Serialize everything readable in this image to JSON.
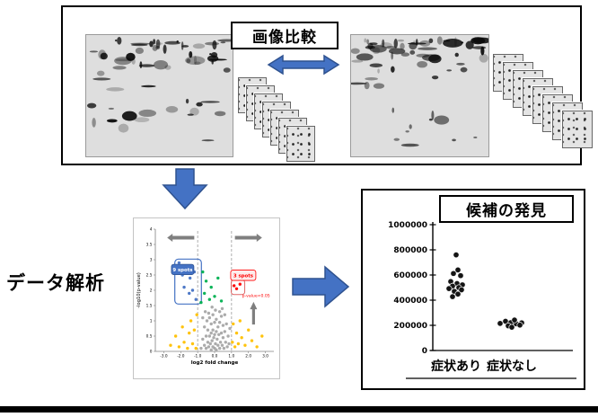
{
  "slide": {
    "background": "#ffffff"
  },
  "colors": {
    "flow_arrow": "#4472C4",
    "flow_arrow_stroke": "#2F528F"
  },
  "top_panel": {
    "compare_label": "画像比較",
    "left_stack_count": 7,
    "right_stack_count": 8
  },
  "left_flow": {
    "analysis_label": "データ解析"
  },
  "right_panel": {
    "title": "候補の発見"
  },
  "chart_data": [
    {
      "id": "volcano",
      "type": "scatter",
      "title": "",
      "xlabel": "log2 fold change",
      "ylabel": "-log10(p-value)",
      "xlim": [
        -3.5,
        3.5
      ],
      "ylim": [
        0,
        4
      ],
      "grid": false,
      "threshold_x": [
        -1,
        1
      ],
      "xticks": {
        "values": [
          -3,
          -2,
          -1,
          0,
          1,
          2,
          3
        ],
        "labels": [
          "-3.0",
          "-2.0",
          "-1.0",
          "0.0",
          "1.0",
          "2.0",
          "3.0"
        ]
      },
      "yticks": {
        "values": [
          0,
          0.5,
          1,
          1.5,
          2,
          2.5,
          3,
          3.5,
          4
        ],
        "labels": [
          "0",
          "0.5",
          "1",
          "1.5",
          "2",
          "2.5",
          "3",
          "3.5",
          "4"
        ]
      },
      "annotations": [
        {
          "key": "nine-spots",
          "text": "9 spots",
          "color": "#ffffff",
          "box_fill": "#4472C4",
          "box_stroke": "#2F528F"
        },
        {
          "key": "three-spots",
          "text": "3 spots",
          "color": "#FF0000",
          "box_fill": "#FDECEC",
          "box_stroke": "#FF0000"
        },
        {
          "key": "p-threshold",
          "text": "p-value<0.05",
          "color": "#FF0000"
        }
      ],
      "series": [
        {
          "key": "nonsignificant",
          "color": "#A6A6A6",
          "points": [
            [
              -0.8,
              0.1
            ],
            [
              -0.7,
              0.4
            ],
            [
              -0.6,
              0.2
            ],
            [
              -0.6,
              0.8
            ],
            [
              -0.5,
              0.1
            ],
            [
              -0.5,
              0.5
            ],
            [
              -0.45,
              1.0
            ],
            [
              -0.4,
              0.3
            ],
            [
              -0.4,
              0.7
            ],
            [
              -0.35,
              0.15
            ],
            [
              -0.3,
              0.5
            ],
            [
              -0.3,
              1.1
            ],
            [
              -0.25,
              0.25
            ],
            [
              -0.2,
              0.05
            ],
            [
              -0.2,
              0.6
            ],
            [
              -0.2,
              0.9
            ],
            [
              -0.15,
              0.35
            ],
            [
              -0.1,
              0.15
            ],
            [
              -0.1,
              0.7
            ],
            [
              -0.1,
              1.2
            ],
            [
              -0.05,
              0.45
            ],
            [
              0,
              0.1
            ],
            [
              0,
              0.55
            ],
            [
              0,
              0.95
            ],
            [
              0.05,
              0.25
            ],
            [
              0.1,
              0.05
            ],
            [
              0.1,
              0.65
            ],
            [
              0.1,
              1.05
            ],
            [
              0.15,
              0.4
            ],
            [
              0.2,
              0.2
            ],
            [
              0.2,
              0.8
            ],
            [
              0.25,
              0.55
            ],
            [
              0.3,
              0.1
            ],
            [
              0.3,
              0.95
            ],
            [
              0.35,
              0.3
            ],
            [
              0.4,
              0.6
            ],
            [
              0.4,
              1.15
            ],
            [
              0.45,
              0.2
            ],
            [
              0.5,
              0.45
            ],
            [
              0.5,
              0.85
            ],
            [
              0.55,
              0.1
            ],
            [
              0.6,
              0.65
            ],
            [
              0.65,
              0.3
            ],
            [
              0.7,
              0.9
            ],
            [
              0.75,
              0.15
            ],
            [
              0.8,
              0.5
            ],
            [
              0.85,
              0.25
            ],
            [
              0.9,
              0.75
            ],
            [
              -0.55,
              1.3
            ],
            [
              0.3,
              1.3
            ],
            [
              0.6,
              1.2
            ],
            [
              -0.7,
              1.1
            ],
            [
              0.05,
              1.35
            ],
            [
              -0.15,
              1.45
            ],
            [
              0.45,
              1.4
            ],
            [
              -0.35,
              1.25
            ]
          ]
        },
        {
          "key": "high-fold-ns",
          "color": "#FFC000",
          "points": [
            [
              -2.6,
              0.2
            ],
            [
              -2.3,
              0.5
            ],
            [
              -2.1,
              0.15
            ],
            [
              -1.9,
              0.8
            ],
            [
              -1.8,
              0.3
            ],
            [
              -1.6,
              0.1
            ],
            [
              -1.5,
              0.6
            ],
            [
              -1.4,
              1.0
            ],
            [
              -1.3,
              0.25
            ],
            [
              -1.2,
              0.7
            ],
            [
              -1.1,
              0.1
            ],
            [
              -1.05,
              1.2
            ],
            [
              1.05,
              0.3
            ],
            [
              1.1,
              0.9
            ],
            [
              1.2,
              0.15
            ],
            [
              1.3,
              0.6
            ],
            [
              1.4,
              0.25
            ],
            [
              1.5,
              1.0
            ],
            [
              1.6,
              0.45
            ],
            [
              1.8,
              0.2
            ],
            [
              2.0,
              0.7
            ],
            [
              2.2,
              0.35
            ],
            [
              2.5,
              0.15
            ],
            [
              2.8,
              0.5
            ]
          ]
        },
        {
          "key": "significant-central",
          "color": "#00B050",
          "points": [
            [
              -0.8,
              1.6
            ],
            [
              -0.6,
              1.9
            ],
            [
              -0.5,
              2.3
            ],
            [
              -0.3,
              1.7
            ],
            [
              -0.2,
              2.1
            ],
            [
              0,
              1.8
            ],
            [
              0.2,
              2.4
            ],
            [
              0.4,
              1.65
            ],
            [
              -0.7,
              2.6
            ]
          ]
        },
        {
          "key": "decreased-9spots",
          "color": "#4472C4",
          "points": [
            [
              -2.1,
              2.9
            ],
            [
              -1.9,
              2.5
            ],
            [
              -1.8,
              2.1
            ],
            [
              -1.7,
              2.75
            ],
            [
              -1.5,
              1.9
            ],
            [
              -1.45,
              2.4
            ],
            [
              -1.3,
              2.0
            ],
            [
              -1.2,
              2.6
            ],
            [
              -1.1,
              1.7
            ]
          ]
        },
        {
          "key": "increased-3spots",
          "color": "#FF0000",
          "points": [
            [
              1.15,
              2.15
            ],
            [
              1.3,
              2.05
            ],
            [
              1.5,
              2.2
            ]
          ]
        }
      ]
    },
    {
      "id": "candidate-dotplot",
      "type": "scatter",
      "title": "",
      "ylim": [
        0,
        1000000
      ],
      "yticks": {
        "values": [
          0,
          200000,
          400000,
          600000,
          800000,
          1000000
        ],
        "labels": [
          "0",
          "200000",
          "400000",
          "600000",
          "800000",
          "1000000"
        ]
      },
      "groups": [
        {
          "label": "症状あり",
          "points": [
            [
              0,
              760000
            ],
            [
              2,
              640000
            ],
            [
              -3,
              612000
            ],
            [
              5,
              595000
            ],
            [
              -6,
              548000
            ],
            [
              1,
              532000
            ],
            [
              7,
              522000
            ],
            [
              -4,
              512000
            ],
            [
              3,
              500000
            ],
            [
              -8,
              492000
            ],
            [
              6,
              482000
            ],
            [
              -2,
              470000
            ],
            [
              2,
              448000
            ],
            [
              -4,
              428000
            ]
          ]
        },
        {
          "label": "症状なし",
          "points": [
            [
              -13,
              215000
            ],
            [
              -7,
              232000
            ],
            [
              -1,
              222000
            ],
            [
              5,
              212000
            ],
            [
              11,
              220000
            ],
            [
              -4,
              196000
            ],
            [
              3,
              242000
            ],
            [
              9,
              202000
            ],
            [
              0,
              185000
            ]
          ]
        }
      ]
    }
  ]
}
